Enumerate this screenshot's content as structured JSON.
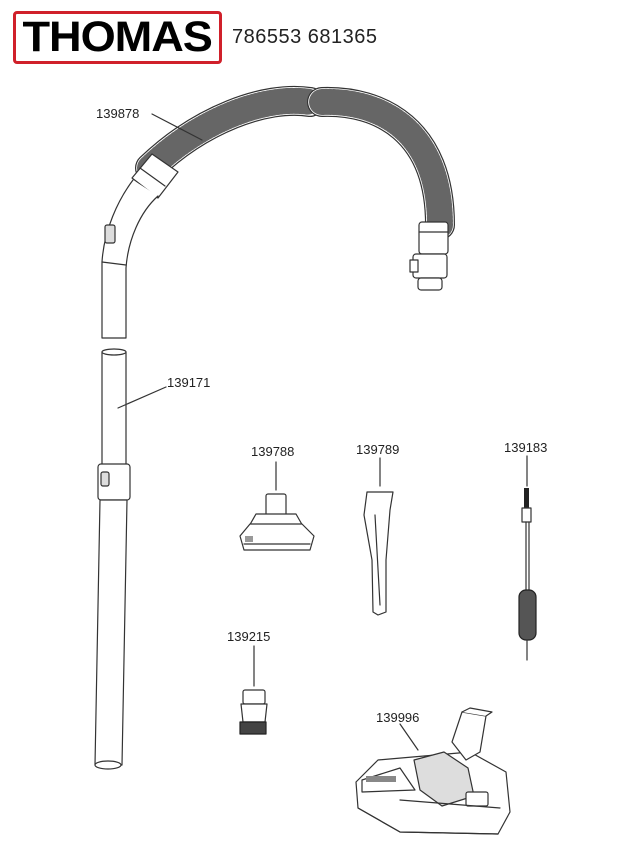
{
  "header": {
    "brand_logo_text": "THOMAS",
    "model_numbers": "786553 681365"
  },
  "colors": {
    "brand_red": "#d0202a",
    "line": "#333333",
    "shade": "#e6e6e6",
    "dark": "#444444"
  },
  "parts": [
    {
      "id": "hose",
      "number": "139878",
      "icon": "flexible-hose-with-handle"
    },
    {
      "id": "tube",
      "number": "139171",
      "icon": "telescopic-tube"
    },
    {
      "id": "upholstery",
      "number": "139788",
      "icon": "upholstery-nozzle"
    },
    {
      "id": "crevice",
      "number": "139789",
      "icon": "crevice-nozzle"
    },
    {
      "id": "radiator-brush",
      "number": "139183",
      "icon": "radiator-brush"
    },
    {
      "id": "small-brush",
      "number": "139215",
      "icon": "small-brush"
    },
    {
      "id": "floor-nozzle",
      "number": "139996",
      "icon": "floor-nozzle"
    }
  ]
}
